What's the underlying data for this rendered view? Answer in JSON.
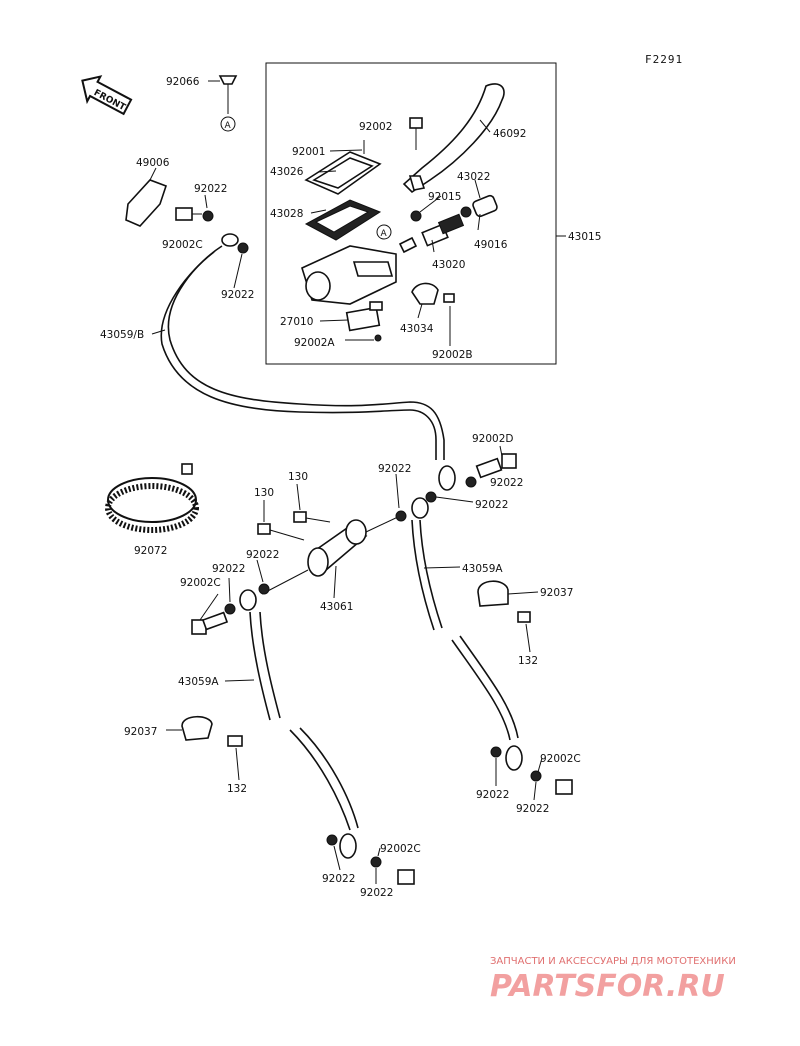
{
  "figure_code": "F2291",
  "front_label": "FRONT",
  "ref_marker": "A",
  "labels": {
    "p92066": "92066",
    "p49006": "49006",
    "p92022_a": "92022",
    "p92002C_a": "92002C",
    "p92022_b": "92022",
    "p43059B": "43059/B",
    "p92002_top": "92002",
    "p46092": "46092",
    "p92001": "92001",
    "p43026": "43026",
    "p43022": "43022",
    "p92015": "92015",
    "p43028": "43028",
    "p49016": "49016",
    "p43015": "43015",
    "p43020": "43020",
    "p27010": "27010",
    "p43034": "43034",
    "p92002A": "92002A",
    "p92002B": "92002B",
    "p92002D": "92002D",
    "p130_a": "130",
    "p130_b": "130",
    "p92022_c": "92022",
    "p92022_d": "92022",
    "p92022_e": "92022",
    "p92072": "92072",
    "p92022_f": "92022",
    "p92022_g": "92022",
    "p92002C_b": "92002C",
    "p43061": "43061",
    "p43059A_a": "43059A",
    "p92037_a": "92037",
    "p132_a": "132",
    "p43059A_b": "43059A",
    "p92037_b": "92037",
    "p132_b": "132",
    "p92002C_c": "92002C",
    "p92022_h": "92022",
    "p92022_i": "92022",
    "p92002C_d": "92002C",
    "p92022_j": "92022",
    "p92022_k": "92022"
  },
  "watermark": {
    "line1": "ЗАПЧАСТИ И АКСЕССУАРЫ ДЛЯ МОТОТЕХНИКИ",
    "line2": "PARTSFOR.RU"
  }
}
